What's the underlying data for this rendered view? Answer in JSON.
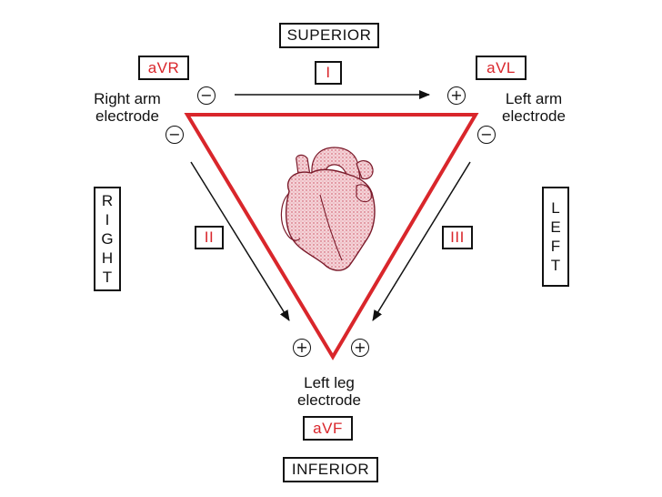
{
  "orientation": {
    "superior": "SUPERIOR",
    "inferior": "INFERIOR",
    "right": [
      "R",
      "I",
      "G",
      "H",
      "T"
    ],
    "left": [
      "L",
      "E",
      "F",
      "T"
    ]
  },
  "leads": {
    "avr": "aVR",
    "avl": "aVL",
    "avf": "aVF",
    "lead1": "I",
    "lead2": "II",
    "lead3": "III"
  },
  "electrodes": {
    "right_arm": [
      "Right arm",
      "electrode"
    ],
    "left_arm": [
      "Left arm",
      "electrode"
    ],
    "left_leg": [
      "Left leg",
      "electrode"
    ]
  },
  "polarity": {
    "negative": "−",
    "positive": "+"
  },
  "colors": {
    "accent_red": "#d9262b",
    "heart_fill": "#f1c9cf",
    "ink": "#111111"
  },
  "icons": {
    "heart": "heart-illustration-icon"
  }
}
